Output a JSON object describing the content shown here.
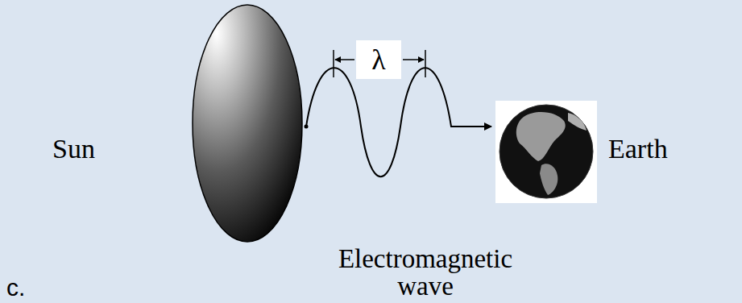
{
  "diagram": {
    "labels": [
      "Sun",
      "λ",
      "Earth",
      "Electromagnetic wave",
      "c."
    ]
  }
}
